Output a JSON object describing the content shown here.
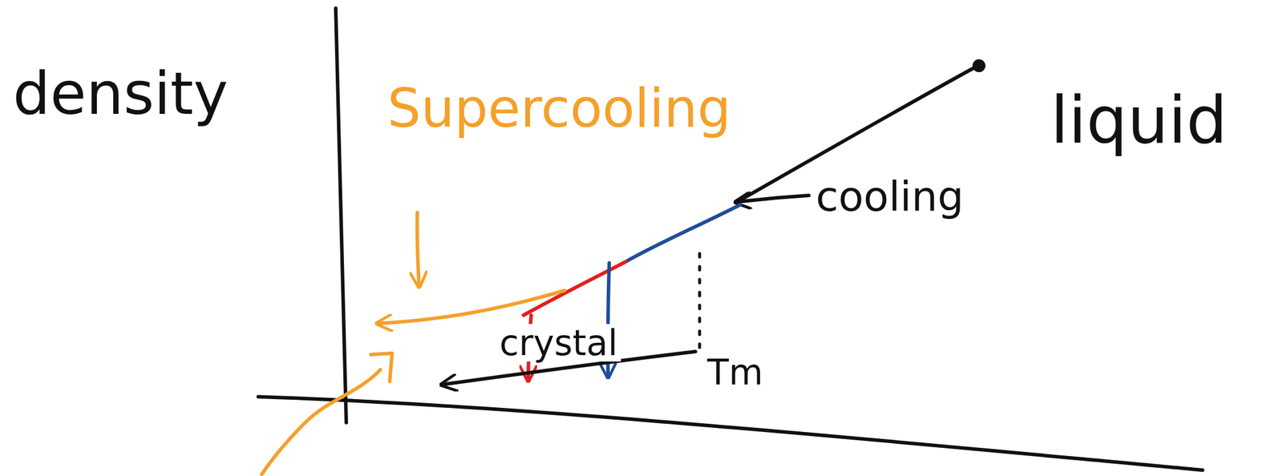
{
  "diagram": {
    "labels": [
      "density",
      "Supercooling",
      "liquid",
      "cooling",
      "crystal",
      "Tm"
    ]
  }
}
